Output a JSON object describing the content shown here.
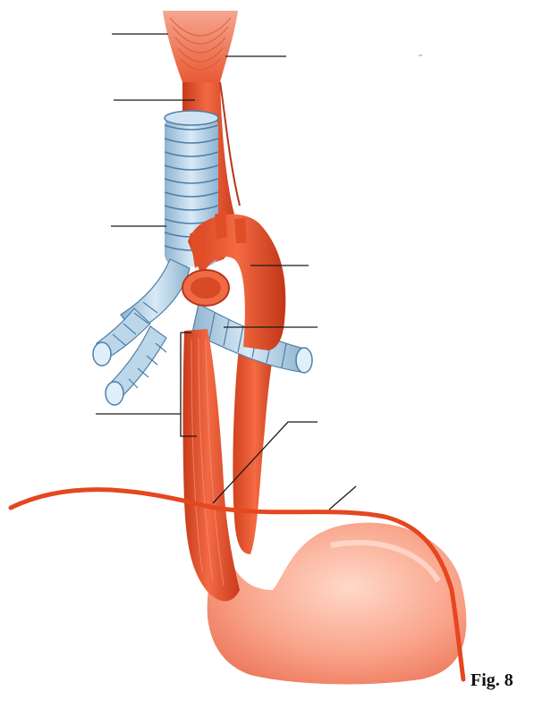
{
  "figure": {
    "label": "Fig. 8"
  },
  "colors": {
    "background": "#ffffff",
    "muscle": "#e8532c",
    "muscle_dark": "#c93a1a",
    "muscle_light": "#f7866a",
    "stomach": "#f48c73",
    "stomach_light": "#ffc8b4",
    "cartilage": "#aecde3",
    "cartilage_dark": "#4f7fa6",
    "cartilage_light": "#e2f0f9",
    "leader_line": "#1a1a1a"
  },
  "icons": [
    "esophagus-illustration",
    "trachea-illustration",
    "aorta-illustration",
    "stomach-illustration",
    "diaphragm-illustration"
  ]
}
